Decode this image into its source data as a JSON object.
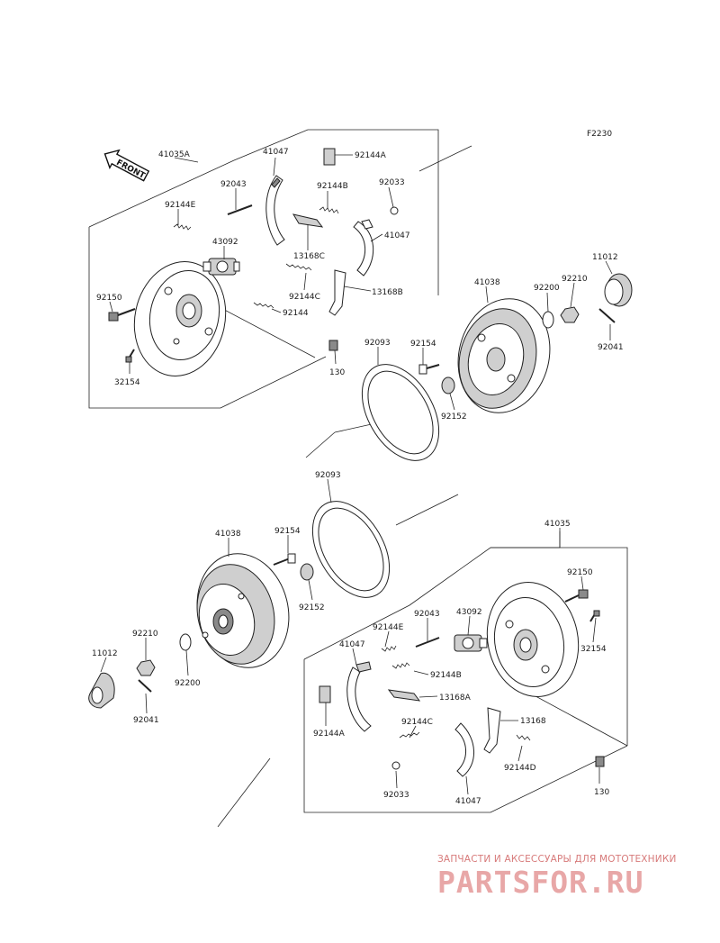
{
  "figure_code": "F2230",
  "front_label": "FRONT",
  "watermark": {
    "subtitle": "ЗАПЧАСТИ И АКСЕССУАРЫ ДЛЯ МОТОТЕХНИКИ",
    "logo": "PARTSFOR.RU"
  },
  "colors": {
    "line": "#222222",
    "watermark": "#e8a7a7"
  },
  "parts": [
    {
      "id": "41035A"
    },
    {
      "id": "41047"
    },
    {
      "id": "92144A"
    },
    {
      "id": "92043"
    },
    {
      "id": "92144E"
    },
    {
      "id": "92144B"
    },
    {
      "id": "92033"
    },
    {
      "id": "43092"
    },
    {
      "id": "13168C"
    },
    {
      "id": "41047"
    },
    {
      "id": "92150"
    },
    {
      "id": "92144C"
    },
    {
      "id": "13168B"
    },
    {
      "id": "92144"
    },
    {
      "id": "32154"
    },
    {
      "id": "130"
    },
    {
      "id": "41038"
    },
    {
      "id": "92200"
    },
    {
      "id": "92210"
    },
    {
      "id": "11012"
    },
    {
      "id": "92041"
    },
    {
      "id": "92093"
    },
    {
      "id": "92154"
    },
    {
      "id": "92152"
    },
    {
      "id": "92093"
    },
    {
      "id": "41038"
    },
    {
      "id": "92154"
    },
    {
      "id": "41035"
    },
    {
      "id": "92150"
    },
    {
      "id": "92152"
    },
    {
      "id": "92210"
    },
    {
      "id": "11012"
    },
    {
      "id": "92200"
    },
    {
      "id": "92041"
    },
    {
      "id": "92043"
    },
    {
      "id": "43092"
    },
    {
      "id": "92144E"
    },
    {
      "id": "32154"
    },
    {
      "id": "41047"
    },
    {
      "id": "92144B"
    },
    {
      "id": "92144A"
    },
    {
      "id": "13168A"
    },
    {
      "id": "92144C"
    },
    {
      "id": "13168"
    },
    {
      "id": "92144D"
    },
    {
      "id": "92033"
    },
    {
      "id": "41047"
    },
    {
      "id": "130"
    }
  ]
}
